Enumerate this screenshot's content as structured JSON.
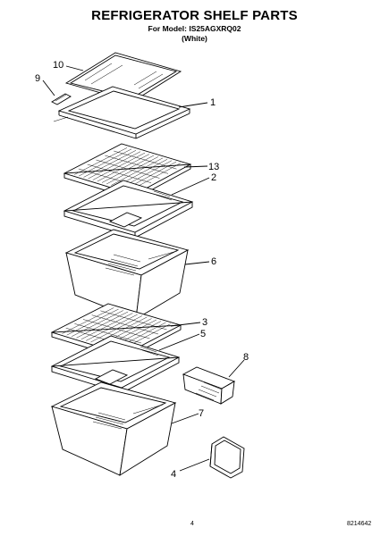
{
  "header": {
    "title": "REFRIGERATOR SHELF PARTS",
    "model": "For Model: IS25AGXRQ02",
    "color": "(White)"
  },
  "footer": {
    "page": "4",
    "doc_number": "8214642"
  },
  "callouts": {
    "p10": "10",
    "p9": "9",
    "p1": "1",
    "p13": "13",
    "p2": "2",
    "p6": "6",
    "p3": "3",
    "p5": "5",
    "p8": "8",
    "p7": "7",
    "p4": "4"
  }
}
